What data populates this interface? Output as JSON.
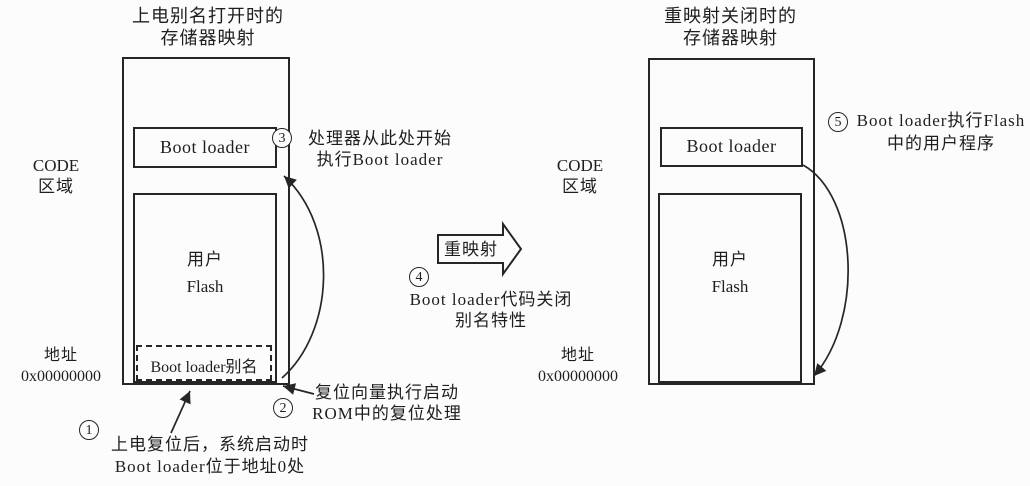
{
  "colors": {
    "ink": "#262626",
    "paper": "#fcfcfc"
  },
  "left_map": {
    "title_line1": "上电别名打开时的",
    "title_line2": "存储器映射",
    "code_region_line1": "CODE",
    "code_region_line2": "区域",
    "address_line1": "地址",
    "address_line2": "0x00000000",
    "bootloader_label": "Boot loader",
    "flash_line1": "用户",
    "flash_line2": "Flash",
    "alias_label": "Boot loader别名"
  },
  "right_map": {
    "title_line1": "重映射关闭时的",
    "title_line2": "存储器映射",
    "code_region_line1": "CODE",
    "code_region_line2": "区域",
    "address_line1": "地址",
    "address_line2": "0x00000000",
    "bootloader_label": "Boot loader",
    "flash_line1": "用户",
    "flash_line2": "Flash"
  },
  "remap": {
    "label": "重映射"
  },
  "steps": {
    "s1": {
      "num": "1",
      "line1": "上电复位后，系统启动时",
      "line2": "Boot loader位于地址0处"
    },
    "s2": {
      "num": "2",
      "line1": "复位向量执行启动",
      "line2": "ROM中的复位处理"
    },
    "s3": {
      "num": "3",
      "line1": "处理器从此处开始",
      "line2": "执行Boot loader"
    },
    "s4": {
      "num": "4",
      "line1": "Boot loader代码关闭",
      "line2": "别名特性"
    },
    "s5": {
      "num": "5",
      "line1": "Boot loader执行Flash",
      "line2": "中的用户程序"
    }
  }
}
